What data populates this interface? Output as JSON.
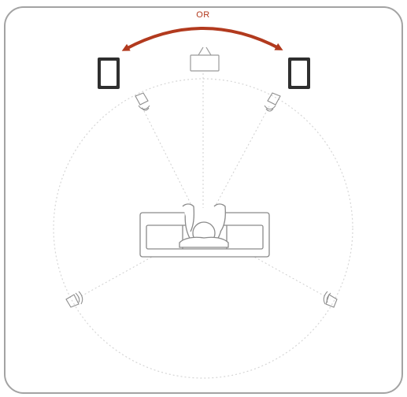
{
  "diagram": {
    "arrow_label": "OR",
    "colors": {
      "frame_stroke": "#9a9a9a",
      "frame_fill": "#ffffff",
      "arrow": "#b23a1e",
      "speaker_box": "#2f2f2f",
      "faint_line": "#c9c9c9",
      "furniture_stroke": "#8a8a8a"
    },
    "elements": [
      "left-speaker-option",
      "right-speaker-option",
      "television",
      "front-left-surround-speaker",
      "front-right-surround-speaker",
      "rear-left-surround-speaker",
      "rear-right-surround-speaker",
      "sofa",
      "listener"
    ]
  }
}
